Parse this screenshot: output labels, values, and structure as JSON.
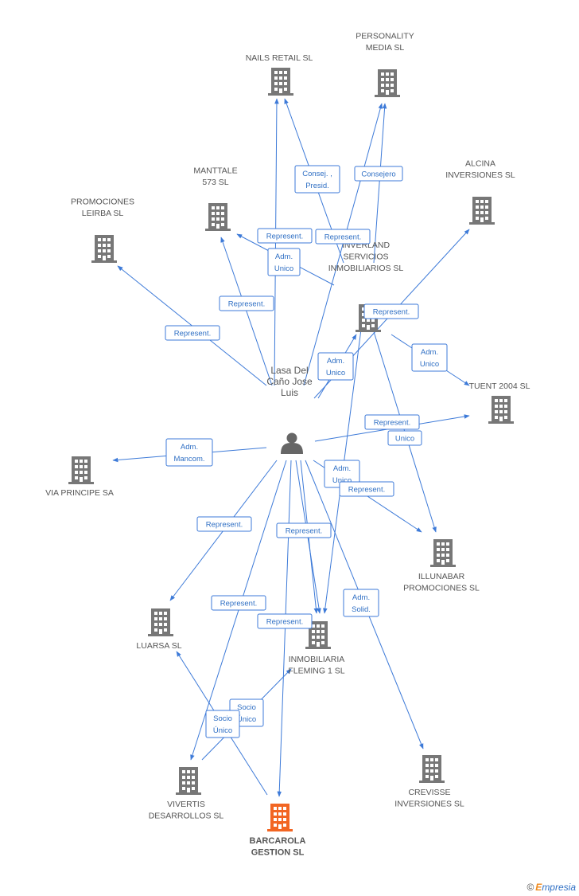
{
  "colors": {
    "edge": "#3d7ad8",
    "company": "#777777",
    "focus_company": "#f26522",
    "person": "#666666",
    "label_text": "#555555",
    "edge_label_text": "#2f6fc4"
  },
  "center_person": {
    "icon": "person-icon",
    "label": [
      "Lasa Del",
      "Caño Jose",
      "Luis"
    ]
  },
  "companies": [
    {
      "id": "nails",
      "icon": "building-icon",
      "label": [
        "NAILS RETAIL SL"
      ]
    },
    {
      "id": "personality",
      "icon": "building-icon",
      "label": [
        "PERSONALITY",
        "MEDIA SL"
      ]
    },
    {
      "id": "manttale",
      "icon": "building-icon",
      "label": [
        "MANTTALE",
        "573 SL"
      ]
    },
    {
      "id": "leirba",
      "icon": "building-icon",
      "label": [
        "PROMOCIONES",
        "LEIRBA SL"
      ]
    },
    {
      "id": "alcina",
      "icon": "building-icon",
      "label": [
        "ALCINA",
        "INVERSIONES SL"
      ]
    },
    {
      "id": "inverland",
      "icon": "building-icon",
      "label": [
        "INVERLAND",
        "SERVICIOS",
        "INMOBILIARIOS SL"
      ]
    },
    {
      "id": "tuent",
      "icon": "building-icon",
      "label": [
        "TUENT 2004  SL"
      ]
    },
    {
      "id": "via",
      "icon": "building-icon",
      "label": [
        "VIA PRINCIPE SA"
      ]
    },
    {
      "id": "illunabar",
      "icon": "building-icon",
      "label": [
        "ILLUNABAR",
        "PROMOCIONES SL"
      ]
    },
    {
      "id": "luarsa",
      "icon": "building-icon",
      "label": [
        "LUARSA SL"
      ]
    },
    {
      "id": "fleming",
      "icon": "building-icon",
      "label": [
        "INMOBILIARIA",
        "FLEMING 1 SL"
      ]
    },
    {
      "id": "crevisse",
      "icon": "building-icon",
      "label": [
        "CREVISSE",
        "INVERSIONES SL"
      ]
    },
    {
      "id": "vivertis",
      "icon": "building-icon",
      "label": [
        "VIVERTIS",
        "DESARROLLOS SL"
      ]
    },
    {
      "id": "barcarola",
      "icon": "building-icon",
      "label": [
        "BARCAROLA",
        "GESTION SL"
      ],
      "focus": true
    }
  ],
  "edge_labels": [
    {
      "id": "e1",
      "lines": [
        "Consej. ,",
        "Presid."
      ]
    },
    {
      "id": "e2",
      "lines": [
        "Consejero"
      ]
    },
    {
      "id": "e3",
      "lines": [
        "Represent."
      ]
    },
    {
      "id": "e4",
      "lines": [
        "Represent."
      ]
    },
    {
      "id": "e5",
      "lines": [
        "Adm.",
        "Unico"
      ]
    },
    {
      "id": "e6",
      "lines": [
        "Represent."
      ]
    },
    {
      "id": "e7",
      "lines": [
        "Represent."
      ]
    },
    {
      "id": "e8",
      "lines": [
        "Represent."
      ]
    },
    {
      "id": "e9",
      "lines": [
        "Adm.",
        "Unico"
      ]
    },
    {
      "id": "e10",
      "lines": [
        "Adm.",
        "Unico"
      ]
    },
    {
      "id": "e11",
      "lines": [
        "Represent."
      ]
    },
    {
      "id": "e12",
      "lines": [
        "Unico"
      ]
    },
    {
      "id": "e13",
      "lines": [
        "Adm.",
        "Mancom."
      ]
    },
    {
      "id": "e14",
      "lines": [
        "Adm.",
        "Unico"
      ]
    },
    {
      "id": "e15",
      "lines": [
        "Represent."
      ]
    },
    {
      "id": "e16",
      "lines": [
        "Represent."
      ]
    },
    {
      "id": "e17",
      "lines": [
        "Represent."
      ]
    },
    {
      "id": "e18",
      "lines": [
        "Adm.",
        "Solid."
      ]
    },
    {
      "id": "e19",
      "lines": [
        "Represent."
      ]
    },
    {
      "id": "e20",
      "lines": [
        "Represent."
      ]
    },
    {
      "id": "e21",
      "lines": [
        "Socio",
        "Único"
      ]
    },
    {
      "id": "e22",
      "lines": [
        "Socio",
        "Único"
      ]
    }
  ],
  "brand": {
    "copyright": "©",
    "initial": "E",
    "name": "mpresia"
  }
}
